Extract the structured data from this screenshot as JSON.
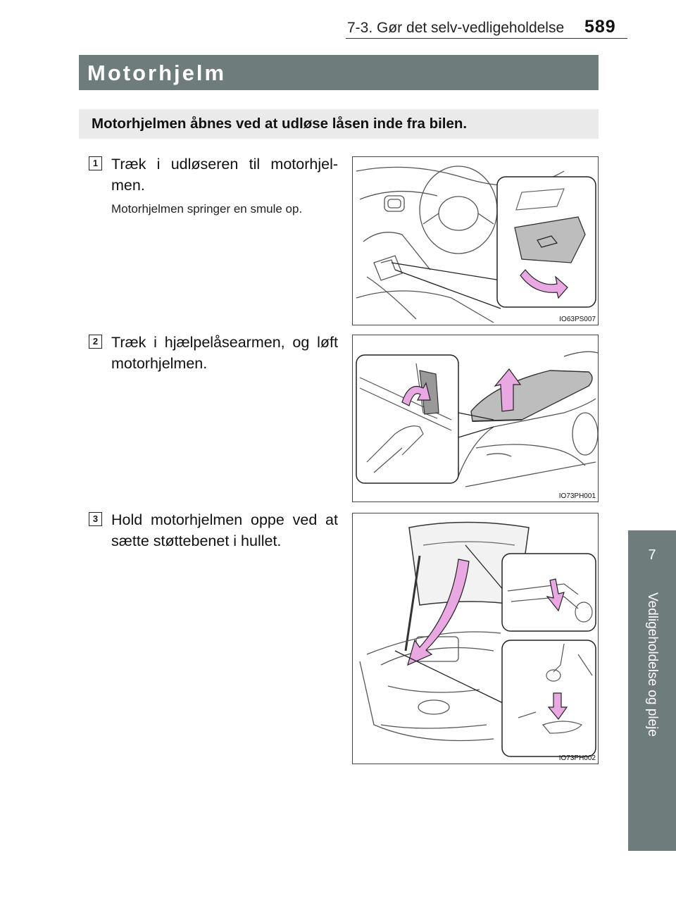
{
  "header": {
    "section": "7-3. Gør det selv-vedligeholdelse",
    "page_number": "589"
  },
  "title": "Motorhjelm",
  "intro": "Motorhjelmen åbnes ved at udløse låsen inde fra bilen.",
  "steps": [
    {
      "number": "1",
      "text": "Træk i udløseren til motorhjel-men.",
      "note": "Motorhjelmen springer en smule op.",
      "figure_code": "IO63PS007"
    },
    {
      "number": "2",
      "text": "Træk i hjælpelåsearmen, og løft motorhjelmen.",
      "note": "",
      "figure_code": "IO73PH001"
    },
    {
      "number": "3",
      "text": "Hold motorhjelmen oppe ved at sætte støttebenet i hullet.",
      "note": "",
      "figure_code": "IO73PH002"
    }
  ],
  "side_tab": {
    "number": "7",
    "label": "Vedligeholdelse og pleje"
  },
  "colors": {
    "title_bar": "#6e7c7c",
    "intro_bar": "#eaeaea",
    "arrow_pink": "#e9a8e2"
  }
}
